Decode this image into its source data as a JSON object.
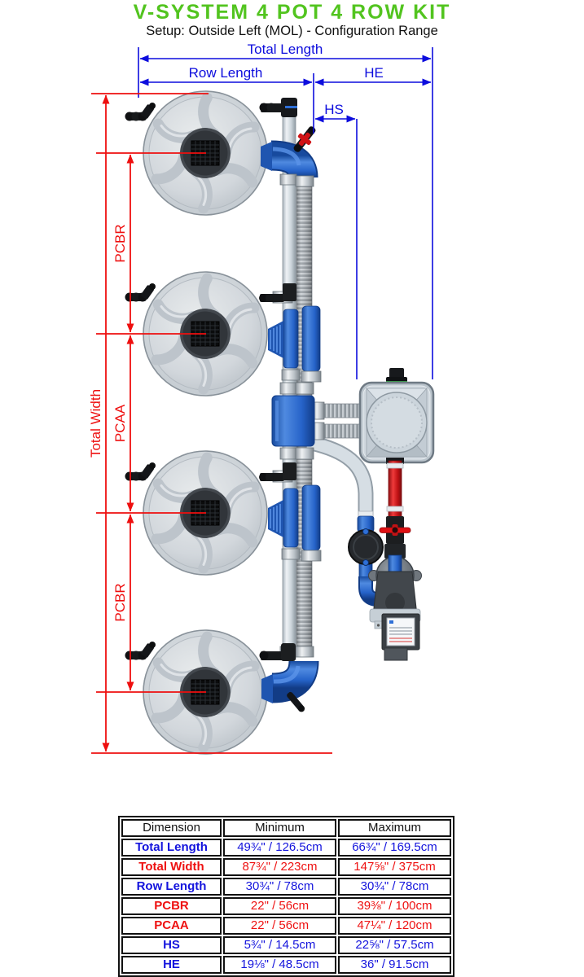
{
  "title": "V-SYSTEM 4 POT 4 ROW KIT",
  "subtitle": "Setup: Outside Left (MOL) - Configuration Range",
  "colors": {
    "title_green": "#52c41f",
    "dimension_blue": "#0d0ddd",
    "dimension_red": "#ee0f0f",
    "pipe_blue": "#2e6fd6",
    "pipe_red": "#cf1417"
  },
  "diagram": {
    "pot_count": 4,
    "dims": {
      "total_length": "Total Length",
      "row_length": "Row Length",
      "he": "HE",
      "hs": "HS",
      "total_width": "Total Width",
      "pcbr_top": "PCBR",
      "pcaa": "PCAA",
      "pcbr_bottom": "PCBR"
    }
  },
  "table": {
    "headers": [
      "Dimension",
      "Minimum",
      "Maximum"
    ],
    "rows": [
      {
        "dimension": "Total Length",
        "min": "49¾\" / 126.5cm",
        "max": "66¾\" / 169.5cm",
        "color": "blue"
      },
      {
        "dimension": "Total Width",
        "min": "87¾\" / 223cm",
        "max": "147⅝\" / 375cm",
        "color": "red"
      },
      {
        "dimension": "Row Length",
        "min": "30¾\" / 78cm",
        "max": "30¾\" / 78cm",
        "color": "blue"
      },
      {
        "dimension": "PCBR",
        "min": "22\" / 56cm",
        "max": "39⅜\" / 100cm",
        "color": "red"
      },
      {
        "dimension": "PCAA",
        "min": "22\" / 56cm",
        "max": "47¼\" / 120cm",
        "color": "red"
      },
      {
        "dimension": "HS",
        "min": "5¾\" / 14.5cm",
        "max": "22⅝\" / 57.5cm",
        "color": "blue"
      },
      {
        "dimension": "HE",
        "min": "19⅛\" / 48.5cm",
        "max": "36\" / 91.5cm",
        "color": "blue"
      }
    ]
  }
}
